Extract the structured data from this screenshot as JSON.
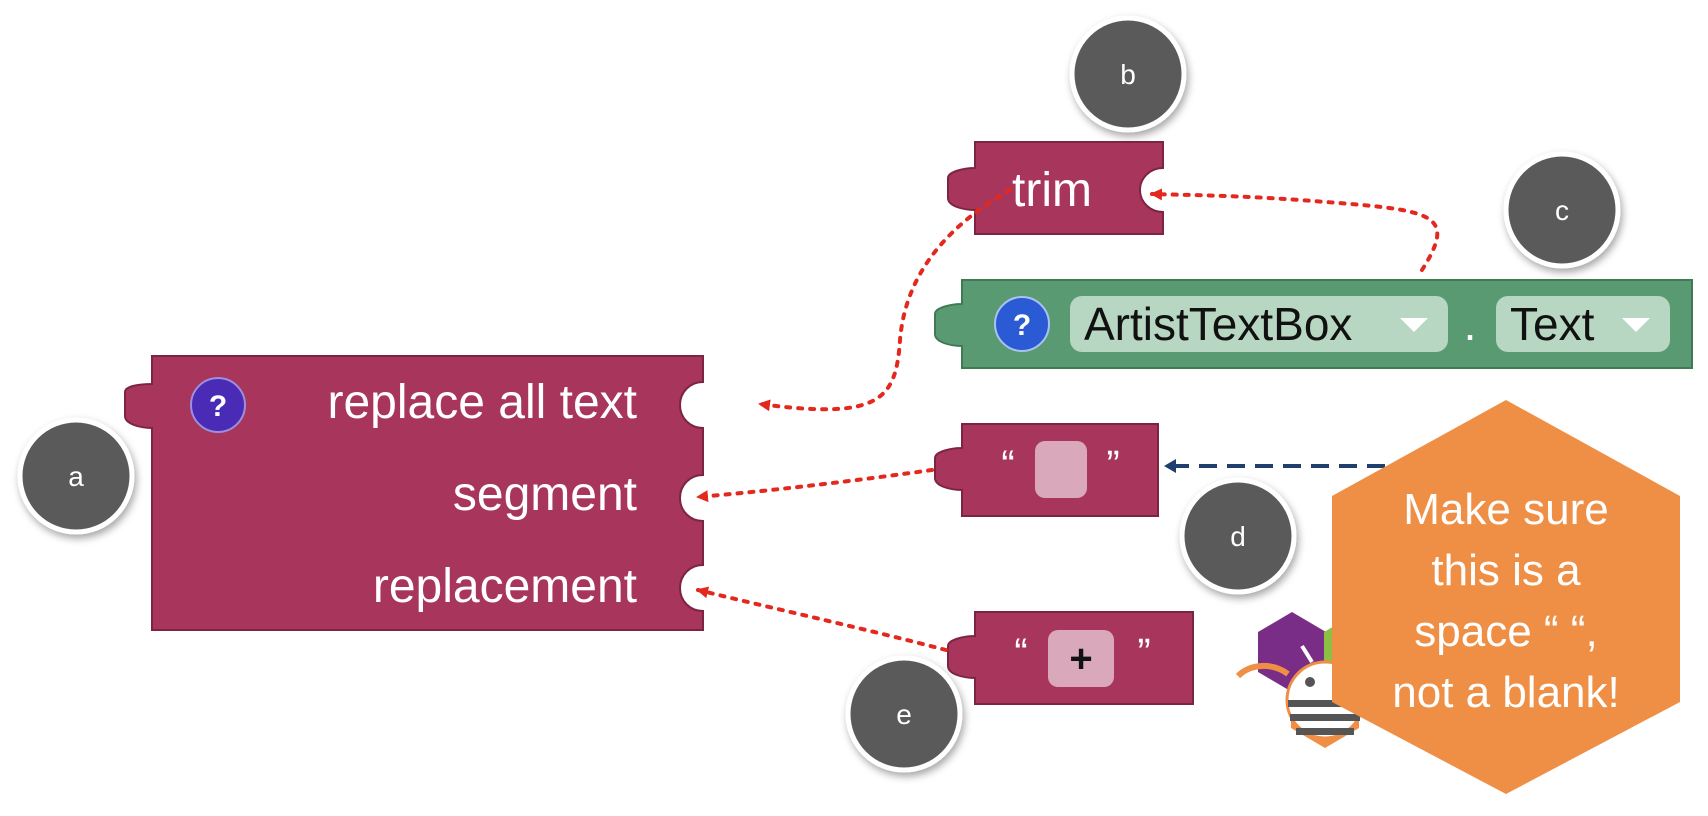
{
  "colors": {
    "text_block": "#a8355c",
    "text_block_dark": "#7d2444",
    "getter_block": "#5a9a73",
    "getter_block_dark": "#3f7a55",
    "dropdown_fill": "#b7d7c2",
    "help_purple": "#4a2bb5",
    "help_blue": "#2b5bd4",
    "badge": "#5a5a5a",
    "arrow_red": "#e3281e",
    "arrow_blue": "#1f3f6e",
    "note_orange": "#ee8f45"
  },
  "icons": {
    "help": "question-mark-icon",
    "dropdown": "chevron-down-icon",
    "mascot": "app-inventor-bee-icon"
  },
  "blocks": {
    "replace": {
      "help_glyph": "?",
      "label": "replace all text",
      "segment_label": "segment",
      "replacement_label": "replacement"
    },
    "trim": {
      "label": "trim"
    },
    "getter": {
      "help_glyph": "?",
      "component": "ArtistTextBox",
      "separator": ".",
      "property": "Text"
    },
    "string_d": {
      "open_quote": "“",
      "close_quote": "”"
    },
    "string_e": {
      "open_quote": "“",
      "close_quote": "”",
      "content": "+"
    }
  },
  "badges": {
    "a": "a",
    "b": "b",
    "c": "c",
    "d": "d",
    "e": "e"
  },
  "note": {
    "lines": [
      "Make sure",
      "this is a",
      "space “ “,",
      "not a blank!"
    ]
  }
}
